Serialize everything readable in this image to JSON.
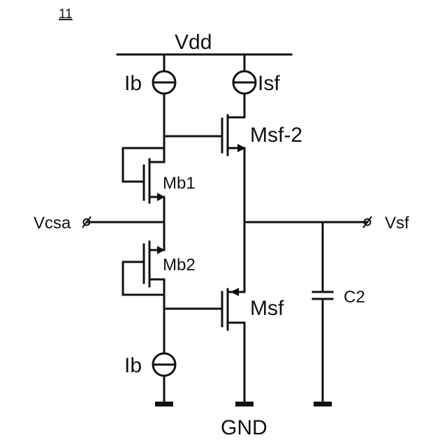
{
  "figure_number": "11",
  "supply": {
    "label": "Vdd"
  },
  "ground": {
    "label": "GND"
  },
  "current_sources": {
    "top_left": "Ib",
    "top_right": "Isf",
    "bottom_left": "Ib"
  },
  "transistors": {
    "msf2": "Msf-2",
    "mb1": "Mb1",
    "mb2": "Mb2",
    "msf": "Msf"
  },
  "capacitor": {
    "label": "C2"
  },
  "terminals": {
    "input": "Vcsa",
    "output": "Vsf"
  }
}
